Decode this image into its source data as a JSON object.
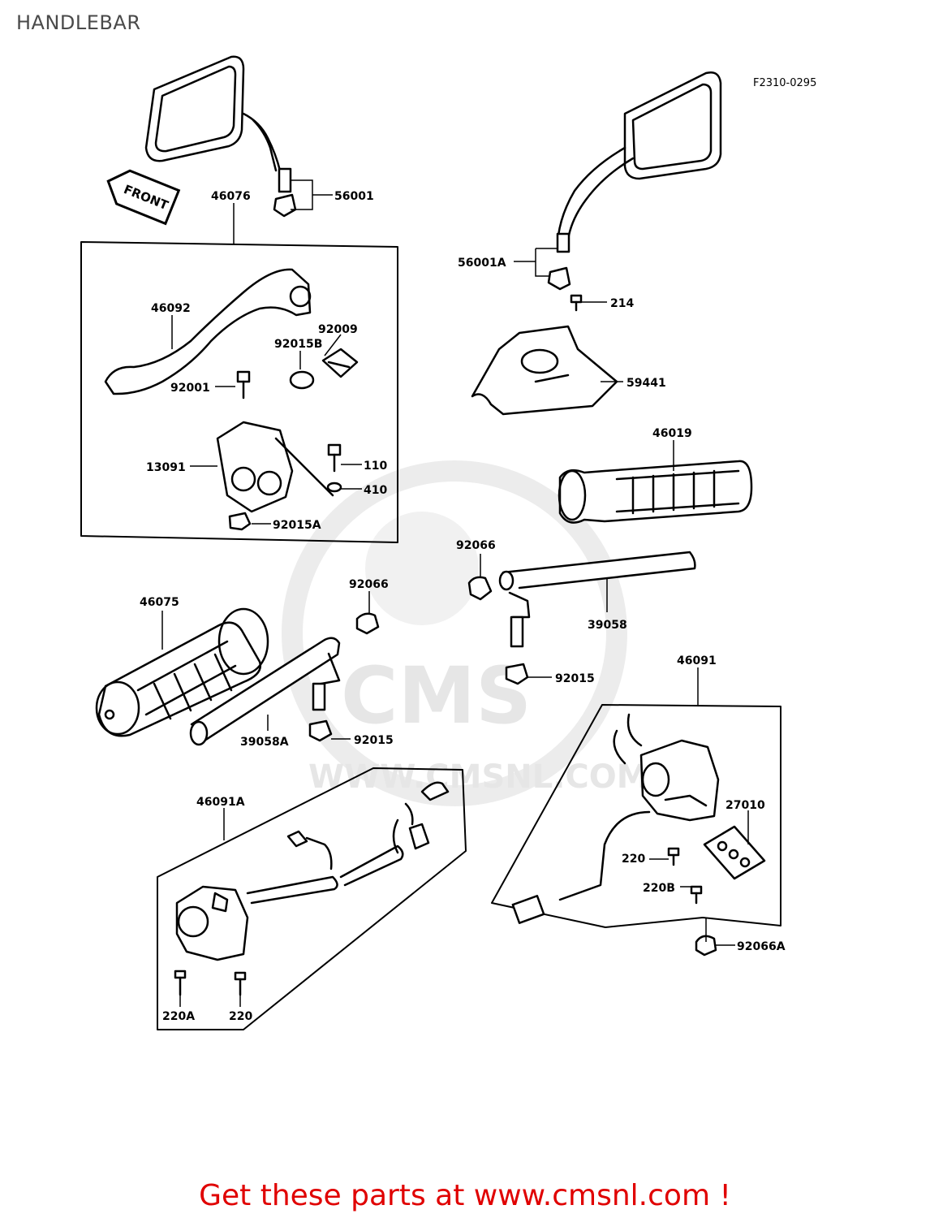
{
  "title": "HANDLEBAR",
  "figure_code": "F2310-0295",
  "front_tag": "FRONT",
  "watermark": {
    "logo": "CMS",
    "url": "WWW.CMSNL.COM"
  },
  "footer": {
    "text": "Get these parts at www.cmsnl.com !",
    "color": "#e00000"
  },
  "callouts": {
    "c56001": "56001",
    "c46076": "46076",
    "c46092": "46092",
    "c92009": "92009",
    "c92015B": "92015B",
    "c92001": "92001",
    "c13091": "13091",
    "c110": "110",
    "c410": "410",
    "c92015A": "92015A",
    "c56001A": "56001A",
    "c214": "214",
    "c59441": "59441",
    "c46019": "46019",
    "c92066_right": "92066",
    "c39058": "39058",
    "c92015_right": "92015",
    "c46075": "46075",
    "c92066_left": "92066",
    "c39058A": "39058A",
    "c92015_left": "92015",
    "c46091": "46091",
    "c27010": "27010",
    "c220_right": "220",
    "c220B": "220B",
    "c92066A": "92066A",
    "c46091A": "46091A",
    "c220A": "220A",
    "c220_left": "220"
  }
}
